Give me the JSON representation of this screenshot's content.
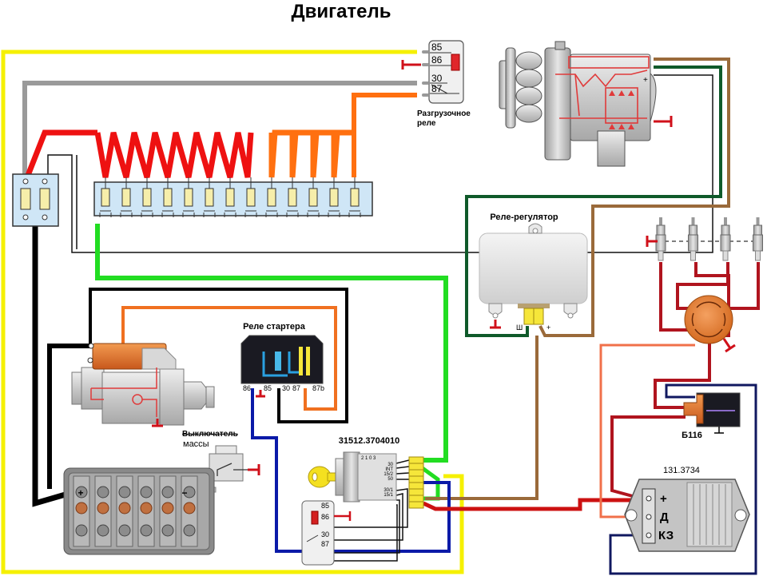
{
  "title": "Двигатель",
  "colors": {
    "wire_yellow": "#f5f000",
    "wire_gray": "#9a9a9a",
    "wire_red": "#ee1111",
    "wire_orange": "#ff7010",
    "wire_green": "#22dd22",
    "wire_darkgreen": "#0f5a2a",
    "wire_brown": "#9a6a3a",
    "wire_blue": "#0a1aa8",
    "wire_navy": "#101860",
    "wire_black": "#000000",
    "wire_darkred": "#b0141e",
    "wire_salmon": "#f0704a",
    "ground_red": "#d0101a",
    "fuse_box_fill": "#cfe6f6",
    "fuse_fill": "#f6eeaa",
    "connector_yellow": "#f6e63a",
    "body_gray": "#c8c8c8"
  },
  "components": {
    "unload_relay": {
      "label_line1": "Разгрузочное",
      "label_line2": "реле",
      "pins": [
        "85",
        "86",
        "30",
        "87"
      ]
    },
    "generator": {
      "plus_mark": "+"
    },
    "voltage_regulator": {
      "label": "Реле-регулятор",
      "terminal_sh": "Ш",
      "terminal_plus": "+"
    },
    "starter_relay": {
      "label": "Реле стартера",
      "pins": [
        "86",
        "85",
        "30",
        "87",
        "87b"
      ]
    },
    "mass_switch": {
      "label_line1": "Выключатель",
      "label_line2": "массы"
    },
    "ignition_switch": {
      "part_number": "31512.3704010",
      "positions": "2 1 0 3",
      "contacts": [
        "30",
        "INT",
        "15/2",
        "50",
        "30/1",
        "15/1"
      ]
    },
    "ignition_relay": {
      "pins": [
        "85",
        "86",
        "30",
        "87"
      ]
    },
    "ignition_coil": {
      "label": "Б116"
    },
    "commutator": {
      "part_number": "131.3734",
      "terminals": [
        "+",
        "Д",
        "КЗ"
      ]
    },
    "battery": {
      "plus": "+",
      "minus": "−"
    },
    "fuse_block_main": {
      "fuse_count": 13,
      "red_feeds": 8,
      "orange_feeds": 5
    },
    "fuse_block_small": {
      "fuse_count": 2
    },
    "spark_plugs": {
      "count": 4
    }
  }
}
